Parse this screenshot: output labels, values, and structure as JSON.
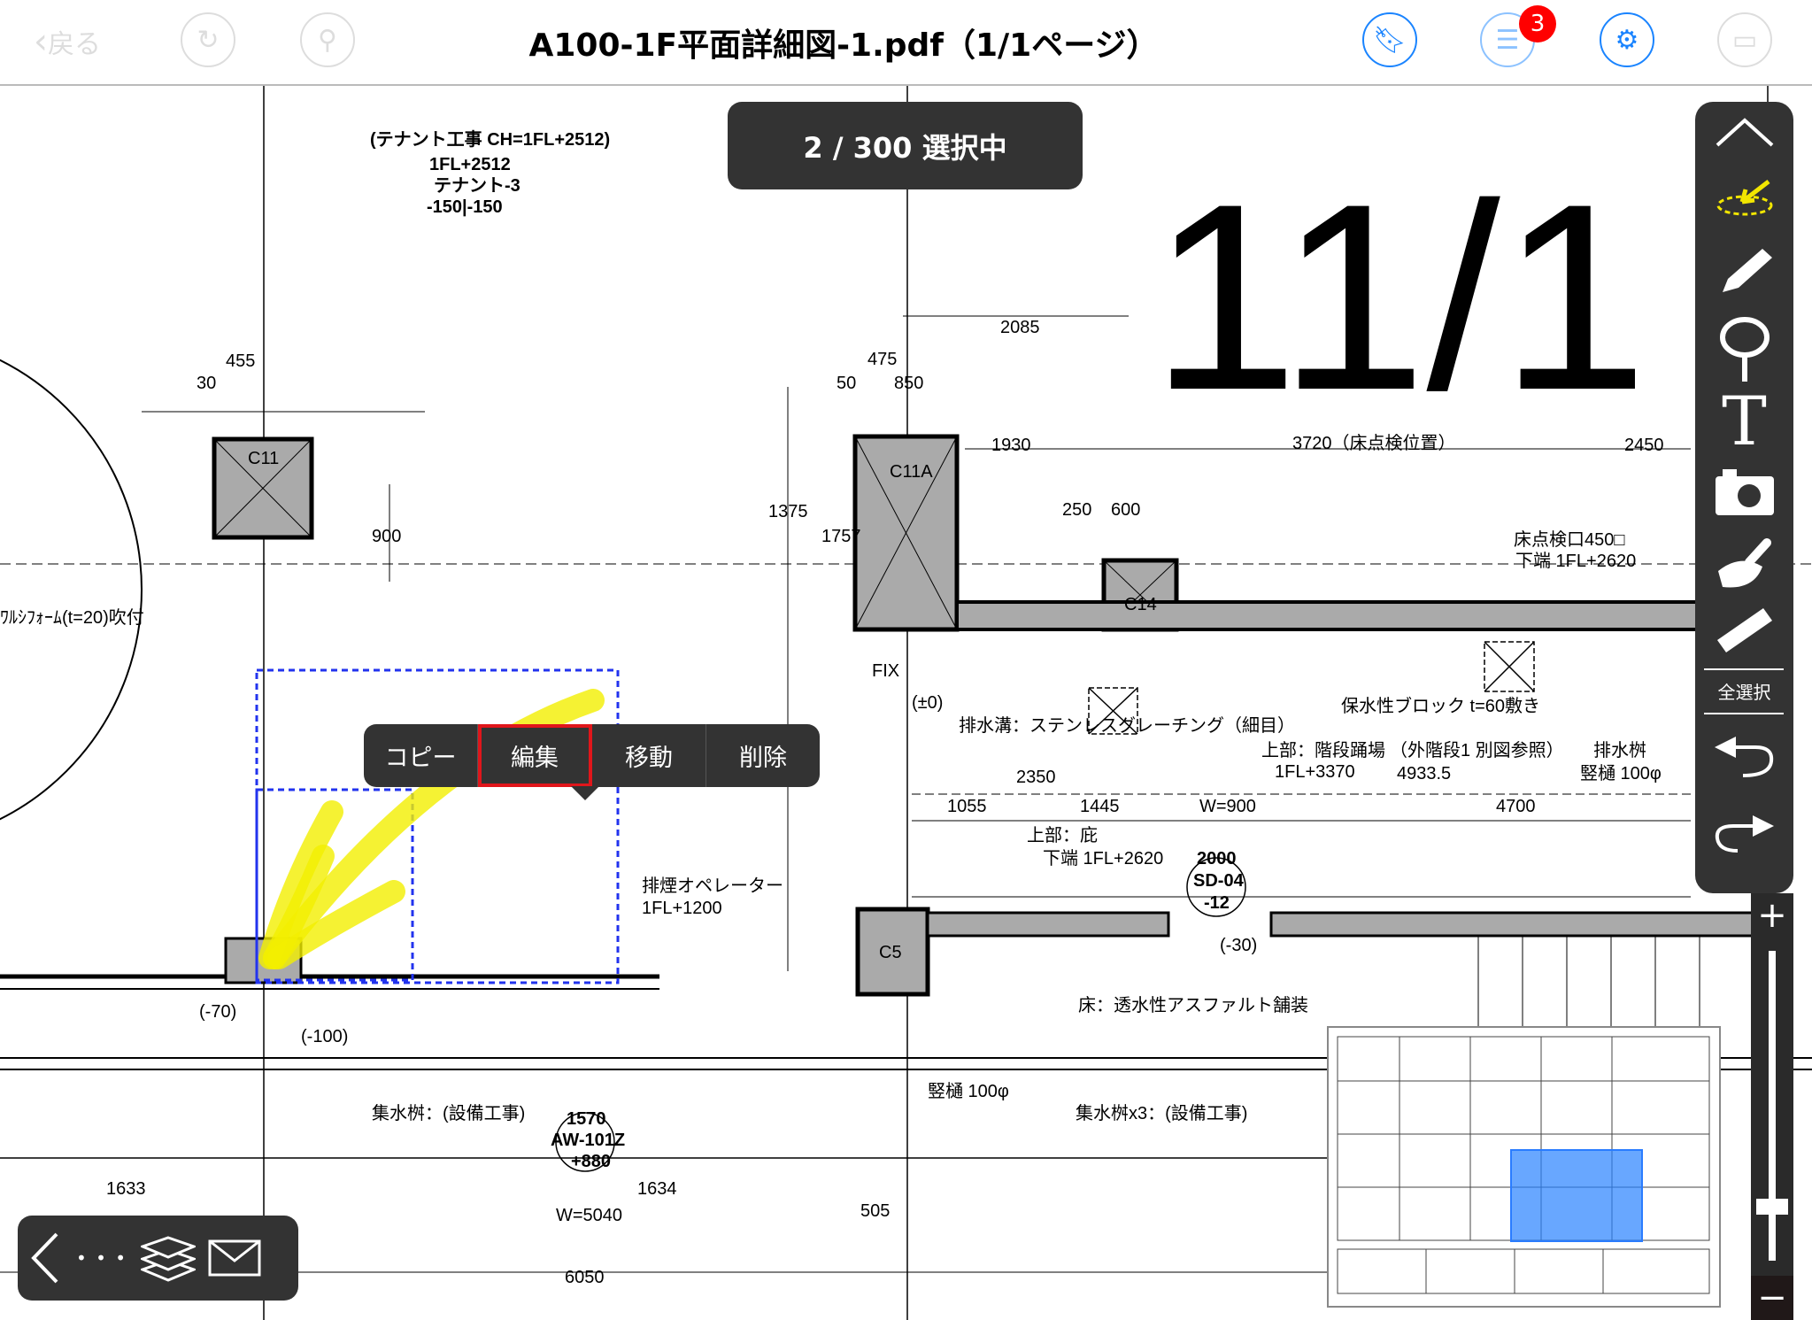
{
  "topbar": {
    "back_label": "戻る",
    "title": "A100-1F平面詳細図-1.pdf（1/1ページ）",
    "inbox_badge": "3",
    "icons": [
      "chevron-left-icon",
      "reload-icon",
      "search-icon",
      "bookmark-icon",
      "inbox-icon",
      "gear-icon",
      "window-icon"
    ]
  },
  "selection": {
    "status": "2 / 300 選択中"
  },
  "context_menu": {
    "items": [
      "コピー",
      "編集",
      "移動",
      "削除"
    ],
    "selected": "編集"
  },
  "right_toolbar": {
    "select_all": "全選択",
    "tools": [
      "chevron-up-icon",
      "lasso-select-icon",
      "pencil-icon",
      "marker-icon",
      "text-icon",
      "camera-icon",
      "eraser-icon",
      "ruler-icon",
      "undo-icon",
      "redo-icon"
    ]
  },
  "zoom": {
    "plus": "+",
    "minus": "−",
    "level_fraction": 0.08
  },
  "bottom_toolbar": {
    "more": "• • •",
    "icons": [
      "chevron-left-icon",
      "more-icon",
      "layers-icon",
      "mail-icon"
    ]
  },
  "drawing": {
    "handwritten": "11/1",
    "labels": [
      "(テナント工事 CH=1FL+2512)",
      "1FL+2512",
      "テナント-3",
      "-150|-150",
      "C11",
      "C11A",
      "C14",
      "C5",
      "2085",
      "1930",
      "3720（床点検位置）",
      "2450",
      "475",
      "850",
      "455",
      "30",
      "50",
      "900",
      "1375",
      "1757",
      "床点検口450□",
      "下端 1FL+2620",
      "排水溝：ステンレスグレーチング（細目）",
      "上部：階段踊場",
      "1FL+3370",
      "（外階段1 別図参照）",
      "4933.5",
      "保水性ブロック t=60敷き",
      "2350",
      "1055",
      "1445",
      "W=900",
      "4700",
      "上部：庇",
      "下端 1FL+2620",
      "2000",
      "SD-04",
      "-12",
      "排煙オペレーター",
      "1FL+1200",
      "集水桝：(設備工事)",
      "1570",
      "AW-101Z",
      "+880",
      "1633",
      "1634",
      "W=5040",
      "505",
      "6050",
      "竪樋 100φ",
      "床：透水性アスファルト舗装",
      "集水桝x3：(設備工事)",
      "(-70)",
      "(-100)",
      "(-30)",
      "(±0)",
      "排水桝",
      "竪樋 100φ",
      "600",
      "250",
      "FIX",
      "ﾜﾙｼﾌｫｰﾑ(t=20)吹付"
    ]
  }
}
